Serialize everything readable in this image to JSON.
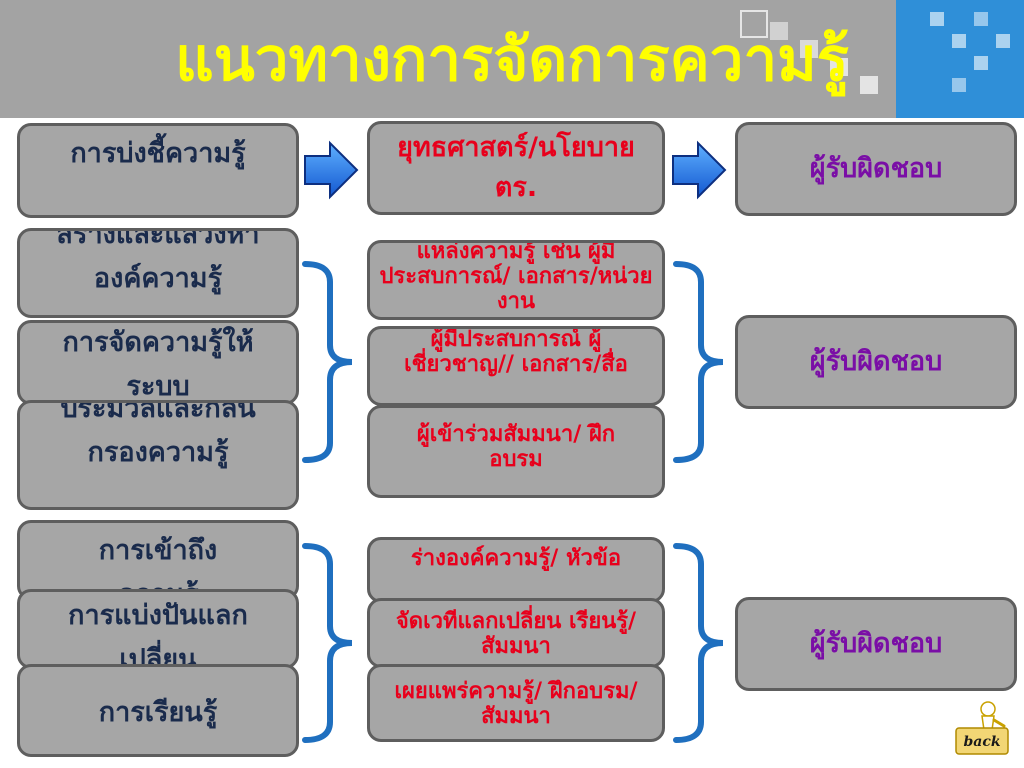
{
  "title": "แนวทางการจัดการความรู้",
  "left_items": [
    "การบ่งชี้ความรู้",
    "สร้างและแสวงหา องค์ความรู้",
    "การจัดความรู้ให้ระบบ",
    "ประมวลและกลั่นกรองความรู้",
    "การเข้าถึงความรู้",
    "การแบ่งปันแลกเปลี่ยน",
    "การเรียนรู้"
  ],
  "middle_items": [
    "ยุทธศาสตร์/นโยบาย ตร.",
    "แหล่งความรู้ เช่น ผู้มีประสบการณ์/ เอกสาร/หน่วยงาน",
    "ผู้มีประสบการณ์ ผู้เชี่ยวชาญ// เอกสาร/สื่อ",
    "ผู้เข้าร่วมสัมมนา/ ฝึกอบรม",
    "ร่างองค์ความรู้/ หัวข้อ",
    "จัดเวทีแลกเปลี่ยน เรียนรู้/สัมมนา",
    "เผยแพร่ความรู้/ ฝึกอบรม/สัมมนา"
  ],
  "right_items": [
    "ผู้รับผิดชอบ",
    "ผู้รับผิดชอบ",
    "ผู้รับผิดชอบ"
  ],
  "back_label": "back",
  "colors": {
    "header_bg": "#a3a3a3",
    "accent_blue": "#2f8fd8",
    "title": "#ffff00",
    "box_bg": "#a6a6a6",
    "left_text": "#1a2b4c",
    "middle_text": "#e8001c",
    "right_text": "#7a0ea6",
    "arrow": "#1e6fe0",
    "bracket": "#1f6fbf"
  },
  "icons": [
    "right-arrow-icon",
    "bracket-icon",
    "back-figure-icon"
  ]
}
